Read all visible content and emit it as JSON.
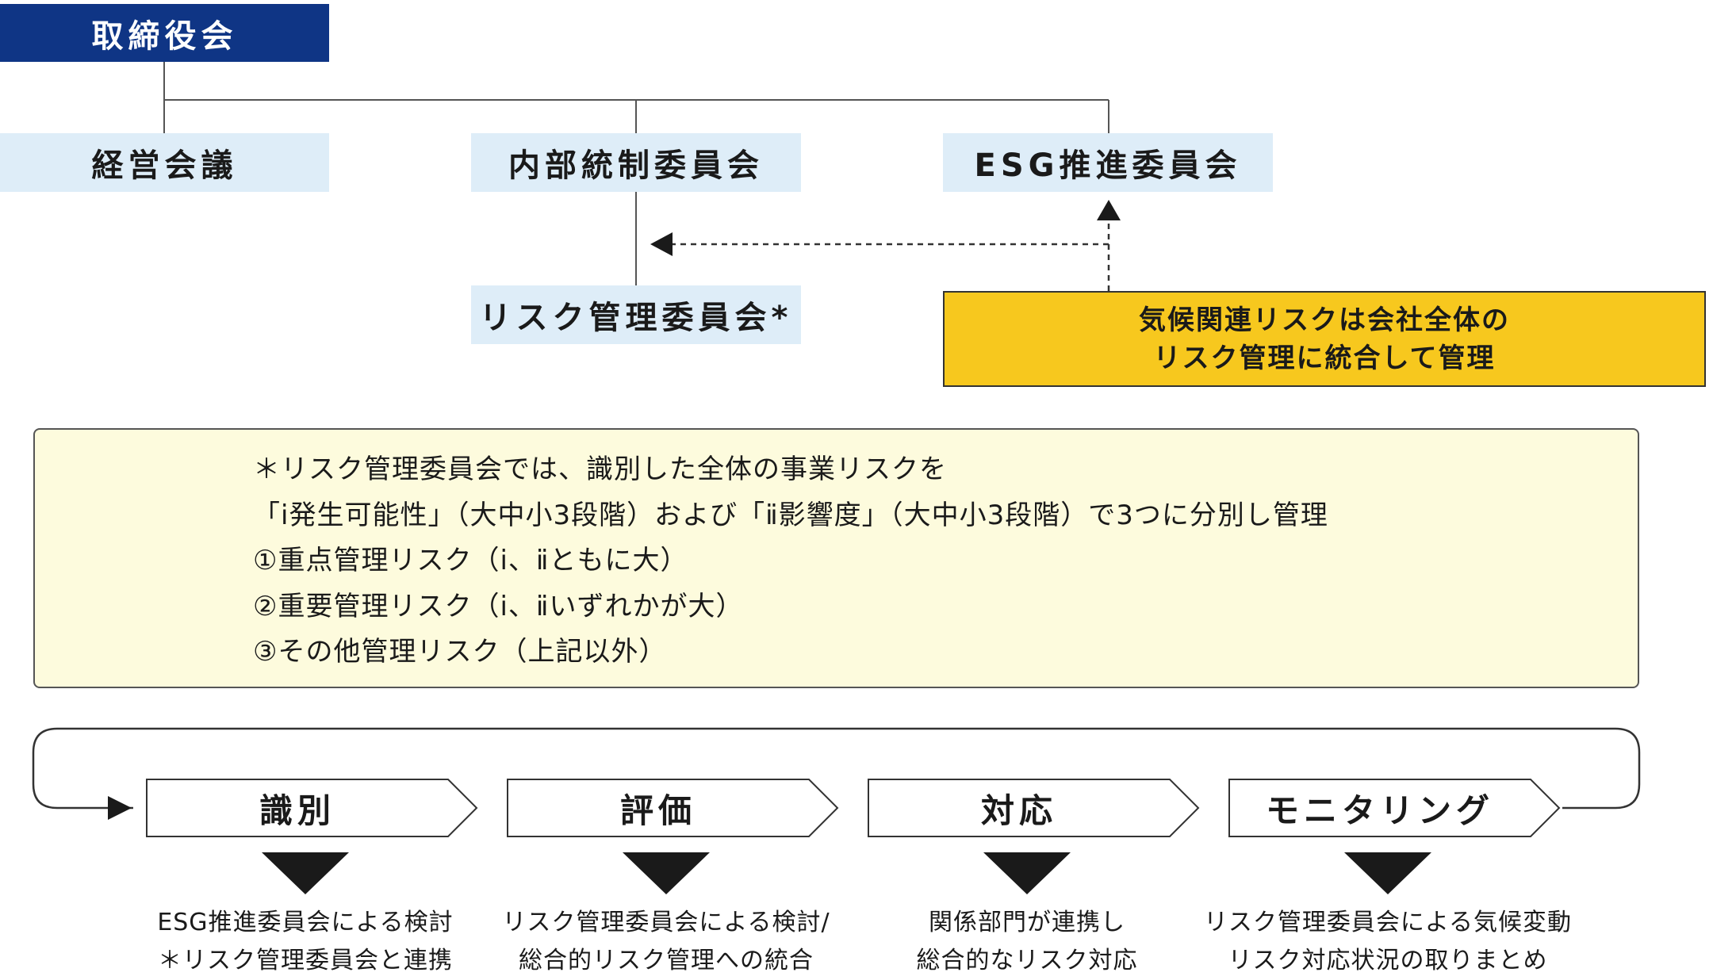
{
  "board": "取締役会",
  "committees": {
    "management": "経営会議",
    "internal_control": "内部統制委員会",
    "esg": "ESG推進委員会",
    "risk": "リスク管理委員会*"
  },
  "integration_note": [
    "気候関連リスクは会社全体の",
    "リスク管理に統合して管理"
  ],
  "footnote": [
    "＊リスク管理委員会では、識別した全体の事業リスクを",
    "「ⅰ発生可能性」（大中小3段階）および「ⅱ影響度」（大中小3段階）で3つに分別し管理",
    "①重点管理リスク（ⅰ、ⅱともに大）",
    "②重要管理リスク（ⅰ、ⅱいずれかが大）",
    "③その他管理リスク（上記以外）"
  ],
  "process": [
    {
      "label": "識別",
      "desc": [
        "ESG推進委員会による検討",
        "＊リスク管理委員会と連携"
      ]
    },
    {
      "label": "評価",
      "desc": [
        "リスク管理委員会による検討/",
        "総合的リスク管理への統合"
      ]
    },
    {
      "label": "対応",
      "desc": [
        "関係部門が連携し",
        "総合的なリスク対応"
      ]
    },
    {
      "label": "モニタリング",
      "desc": [
        "リスク管理委員会による気候変動",
        "リスク対応状況の取りまとめ"
      ]
    }
  ],
  "colors": {
    "board": "#0f3585",
    "committee": "#deedf8",
    "highlight": "#f7c81e",
    "note": "#fdfbdd"
  }
}
